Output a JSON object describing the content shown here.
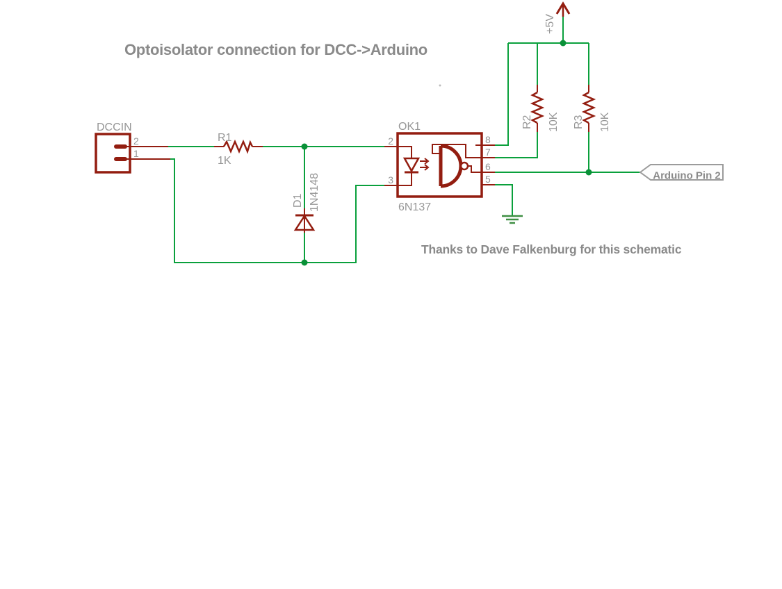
{
  "title": "Optoisolator connection for DCC->Arduino",
  "credit": "Thanks to Dave Falkenburg for this schematic",
  "colors": {
    "wire_green": "#0aa03c",
    "symbol_red": "#931d10",
    "label_gray": "#969696",
    "heading_gray": "#8a8a8a",
    "flag_border": "#9b9b9b"
  },
  "components": {
    "connector": {
      "ref": "DCCIN",
      "pins": [
        "2",
        "1"
      ]
    },
    "r1": {
      "ref": "R1",
      "value": "1K"
    },
    "d1": {
      "ref": "D1",
      "value": "1N4148"
    },
    "opto": {
      "ref": "OK1",
      "value": "6N137",
      "pins_left": [
        "2",
        "3"
      ],
      "pins_right": [
        "8",
        "7",
        "6",
        "5"
      ]
    },
    "r2": {
      "ref": "R2",
      "value": "10K"
    },
    "r3": {
      "ref": "R3",
      "value": "10K"
    },
    "power": {
      "label": "+5V"
    },
    "output_flag": {
      "label": "Arduino Pin 2"
    }
  }
}
